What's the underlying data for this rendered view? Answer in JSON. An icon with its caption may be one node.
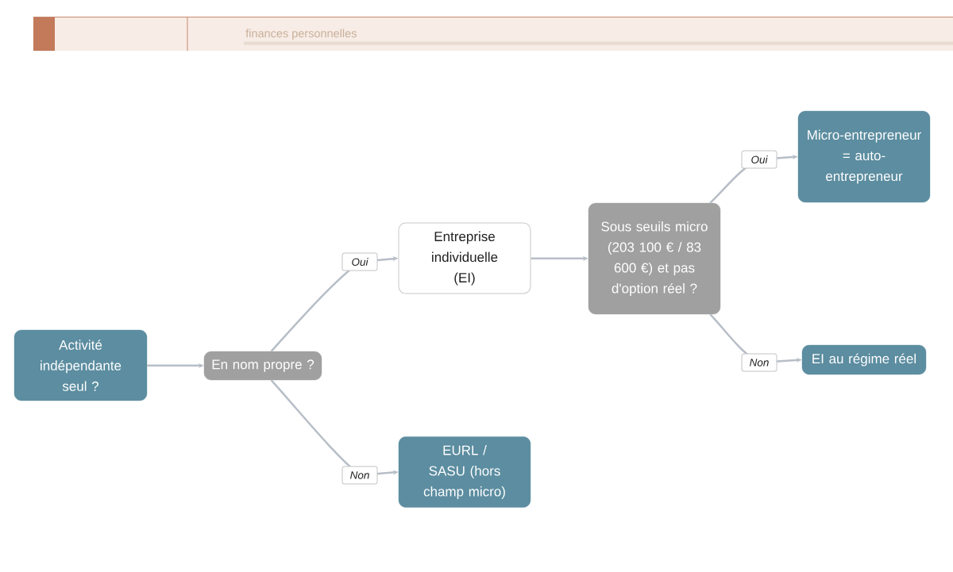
{
  "diagram": {
    "nodes": [
      {
        "text": [
          "Activité indépendante seul ?"
        ]
      },
      {
        "text": [
          "En nom propre ?"
        ]
      },
      {
        "text": [
          "Entreprise individuelle (EI)"
        ]
      },
      {
        "text": [
          "EURL / SASU (hors champ micro)"
        ]
      },
      {
        "text": [
          "Sous seuils micro (203 100 € / 83 600 €) et pas d'option réel ?"
        ]
      },
      {
        "text": [
          "Micro-entrepreneur = auto-entrepreneur"
        ]
      },
      {
        "text": [
          "EI au régime réel"
        ]
      }
    ],
    "edges": [
      {
        "from": 0,
        "to": 1,
        "arrow": "to"
      },
      {
        "from": 1,
        "to": 2,
        "arrow": "to",
        "label": "Oui"
      },
      {
        "from": 1,
        "to": 3,
        "arrow": "to",
        "label": "Non"
      },
      {
        "from": 2,
        "to": 4,
        "arrow": "to"
      },
      {
        "from": 4,
        "to": 5,
        "arrow": "to",
        "label": "Oui"
      },
      {
        "from": 4,
        "to": 6,
        "arrow": "to",
        "label": "Non"
      }
    ],
    "labels": [
      "finances personnelles"
    ]
  }
}
